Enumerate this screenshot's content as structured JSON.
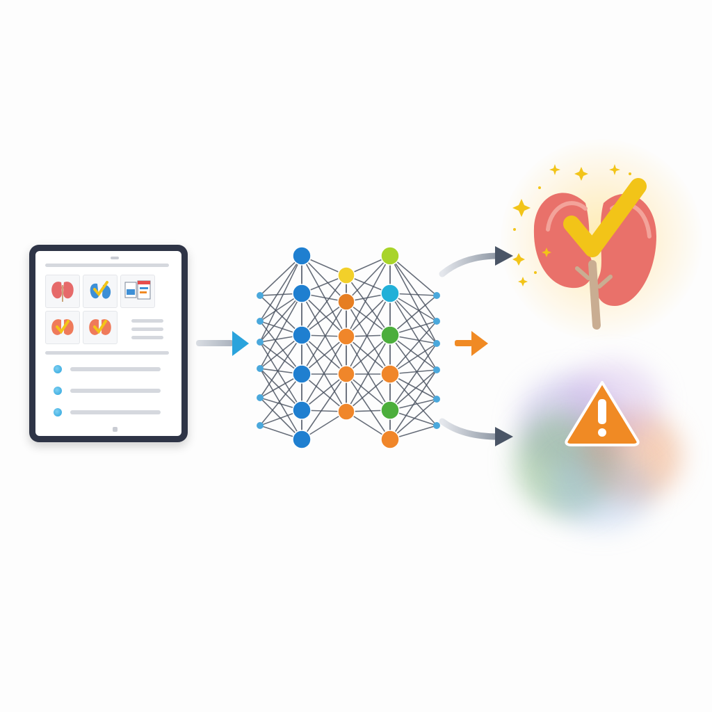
{
  "diagram": {
    "input": {
      "kind": "tablet-with-kidney-dataset",
      "thumbnails": [
        "kidney-image",
        "kidney-checkmark-image",
        "lab-report-image",
        "kidney-checkmark-image",
        "kidney-checkmark-image"
      ],
      "list_rows": 3
    },
    "flow_arrows": [
      {
        "from": "tablet",
        "to": "network",
        "color": "#2aa3dc"
      },
      {
        "from": "network",
        "to": "outcomes",
        "color": "#f08a24"
      },
      {
        "from": "network",
        "to": "healthy-kidney",
        "color": "#4a5566"
      },
      {
        "from": "network",
        "to": "warning",
        "color": "#4a5566"
      }
    ],
    "network": {
      "kind": "neural-network",
      "layers": [
        {
          "name": "input",
          "nodes": 6,
          "color": "#4aa8dc"
        },
        {
          "name": "hidden-1",
          "nodes": [
            "#1f7fd0",
            "#1f7fd0",
            "#1f7fd0",
            "#1f7fd0",
            "#1f7fd0",
            "#1f7fd0"
          ]
        },
        {
          "name": "hidden-2",
          "nodes": [
            "#f2d02a",
            "#e67e22",
            "#f0862a",
            "#f0862a",
            "#f0862a"
          ]
        },
        {
          "name": "hidden-3",
          "nodes": [
            "#a8d42a",
            "#22b0d8",
            "#4cae3c",
            "#f0862a",
            "#4cae3c",
            "#f0862a"
          ]
        },
        {
          "name": "output",
          "nodes": 6,
          "color": "#4aa8dc"
        }
      ]
    },
    "outcomes": [
      {
        "name": "healthy-kidney",
        "icon": "kidney-checkmark-icon",
        "accent": "#f2c418"
      },
      {
        "name": "abnormal",
        "icon": "warning-triangle-icon",
        "accent": "#f08a24"
      }
    ]
  }
}
